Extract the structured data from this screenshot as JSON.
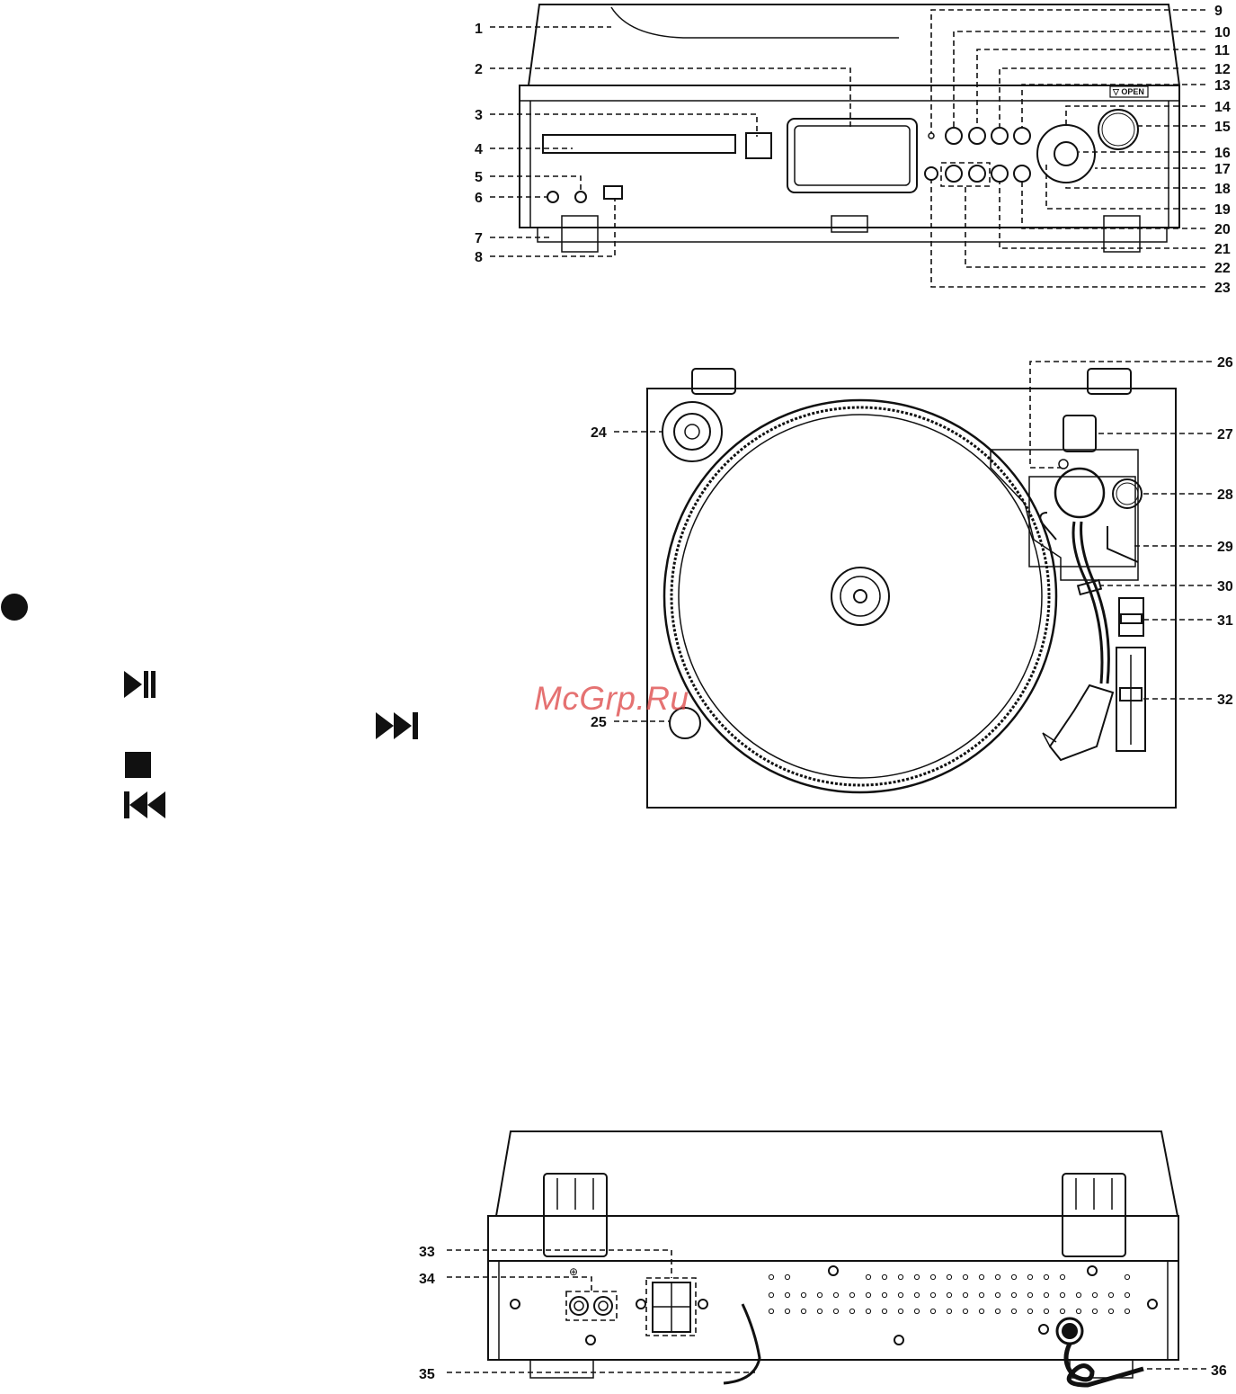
{
  "watermark": "McGrp.Ru",
  "front_panel": {
    "open_label": "▽ OPEN",
    "labels": [
      "1",
      "2",
      "3",
      "4",
      "5",
      "6",
      "7",
      "8",
      "9",
      "10",
      "11",
      "12",
      "13",
      "14",
      "15",
      "16",
      "17",
      "18",
      "19",
      "20",
      "21",
      "22",
      "23"
    ]
  },
  "turntable": {
    "labels": [
      "24",
      "25",
      "26",
      "27",
      "28",
      "29",
      "30",
      "31",
      "32"
    ]
  },
  "rear_panel": {
    "plus_symbol": "⊕",
    "labels": [
      "33",
      "34",
      "35",
      "36"
    ]
  },
  "legend_icons": [
    "record-icon",
    "play-pause-icon",
    "next-track-icon",
    "stop-icon",
    "previous-track-icon"
  ]
}
